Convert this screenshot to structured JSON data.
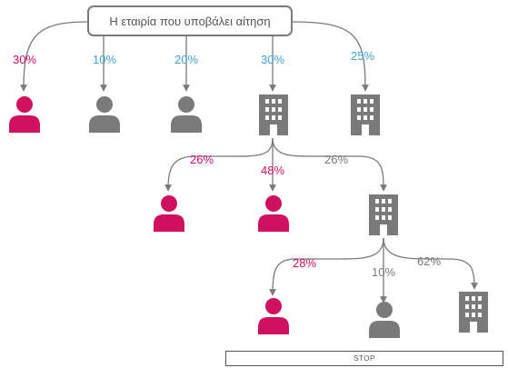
{
  "root": {
    "label": "Η εταιρία που υποβάλει αίτηση"
  },
  "level1": [
    {
      "percent": "30%",
      "type": "person",
      "color": "#d0115f"
    },
    {
      "percent": "10%",
      "type": "person",
      "color": "#7a7a7a"
    },
    {
      "percent": "20%",
      "type": "person",
      "color": "#7a7a7a"
    },
    {
      "percent": "30%",
      "type": "building",
      "color": "#7a7a7a"
    },
    {
      "percent": "25%",
      "type": "building",
      "color": "#7a7a7a"
    }
  ],
  "level2": [
    {
      "percent": "26%",
      "type": "person",
      "color": "#d0115f"
    },
    {
      "percent": "48%",
      "type": "person",
      "color": "#d0115f"
    },
    {
      "percent": "26%",
      "type": "building",
      "color": "#7a7a7a"
    }
  ],
  "level3": [
    {
      "percent": "28%",
      "type": "person",
      "color": "#d0115f"
    },
    {
      "percent": "10%",
      "type": "person",
      "color": "#7a7a7a"
    },
    {
      "percent": "62%",
      "type": "building",
      "color": "#7a7a7a"
    }
  ],
  "stop": {
    "label": "STOP"
  },
  "colors": {
    "pink": "#d0115f",
    "blue": "#3fa5d9",
    "grey": "#7a7a7a"
  }
}
